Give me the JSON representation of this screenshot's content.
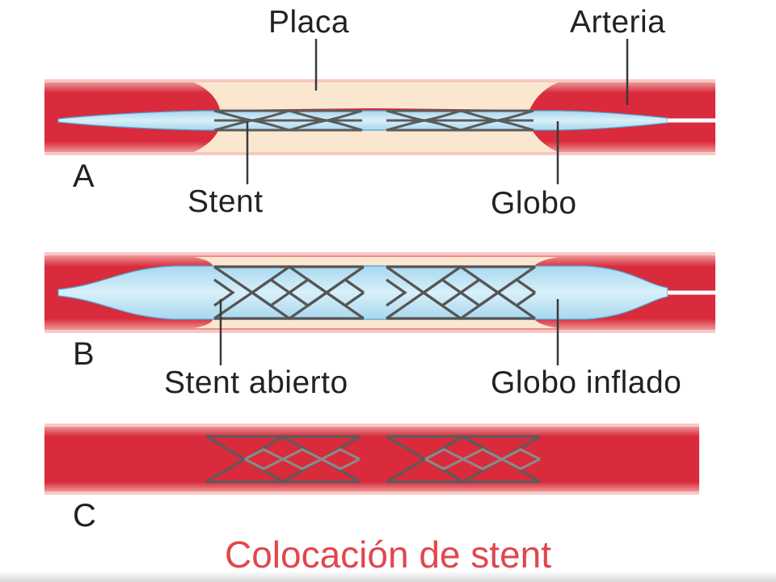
{
  "labels": {
    "placa": "Placa",
    "arteria": "Arteria",
    "stent": "Stent",
    "globo": "Globo",
    "stent_abierto": "Stent abierto",
    "globo_inflado": "Globo inflado"
  },
  "panels": [
    "A",
    "B",
    "C"
  ],
  "caption": "Colocación de stent",
  "colors": {
    "artery_wall": "#d8283a",
    "artery_edge": "#f2a9a8",
    "plaque": "#fbe7cf",
    "balloon": "#bfe3f3",
    "balloon_edge": "#4ea4cf",
    "stent": "#5a5a5a",
    "caption": "#e0474c"
  }
}
